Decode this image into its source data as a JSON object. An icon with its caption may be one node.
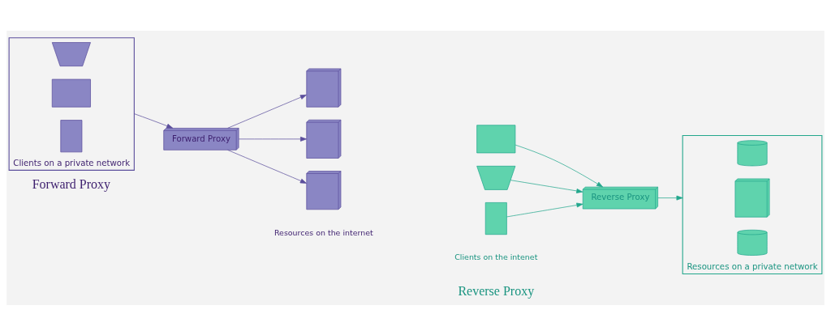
{
  "diagram": {
    "nodes": [
      {
        "text": [
          "Clients on a private network"
        ]
      },
      {
        "text": [],
        "shape": "laptop",
        "in": 0
      },
      {
        "text": [],
        "shape": "monitor",
        "in": 0
      },
      {
        "text": [],
        "shape": "tablet",
        "in": 0
      },
      {
        "text": [
          "Forward Proxy"
        ]
      },
      {
        "text": [],
        "shape": "server"
      },
      {
        "text": [],
        "shape": "server"
      },
      {
        "text": [],
        "shape": "server"
      },
      {
        "text": [],
        "shape": "laptop"
      },
      {
        "text": [],
        "shape": "monitor"
      },
      {
        "text": [],
        "shape": "tablet"
      },
      {
        "text": [
          "Reverse Proxy"
        ]
      },
      {
        "text": [
          "Resources on a private network"
        ]
      },
      {
        "text": [],
        "shape": "cylinder",
        "in": 12
      },
      {
        "text": [],
        "shape": "server",
        "in": 12
      },
      {
        "text": [],
        "shape": "cylinder",
        "in": 12
      }
    ],
    "edges": [
      {
        "from": 0,
        "to": 4,
        "arrow": "to"
      },
      {
        "from": 4,
        "to": 5,
        "arrow": "to"
      },
      {
        "from": 4,
        "to": 6,
        "arrow": "to"
      },
      {
        "from": 4,
        "to": 7,
        "arrow": "to"
      },
      {
        "from": 8,
        "to": 11,
        "arrow": "to"
      },
      {
        "from": 9,
        "to": 11,
        "arrow": "to"
      },
      {
        "from": 10,
        "to": 11,
        "arrow": "to"
      },
      {
        "from": 11,
        "to": 12,
        "arrow": "to"
      }
    ],
    "labels": [
      "Forward Proxy",
      "Reverse Proxy",
      "Resources on the internet",
      "Clients on the intenet"
    ]
  }
}
